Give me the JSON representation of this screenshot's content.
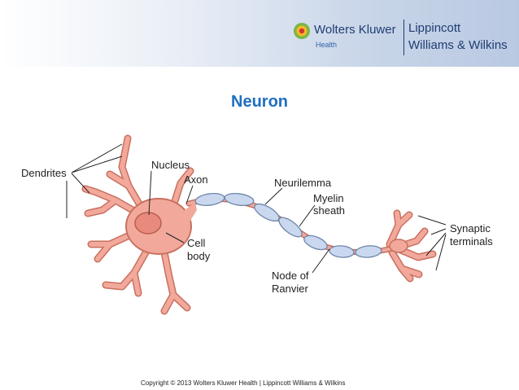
{
  "header": {
    "brand_name": "Wolters Kluwer",
    "brand_sub": "Health",
    "publisher_line1": "Lippincott",
    "publisher_line2": "Williams & Wilkins"
  },
  "title": "Neuron",
  "labels": {
    "dendrites": "Dendrites",
    "nucleus": "Nucleus",
    "axon": "Axon",
    "neurilemma": "Neurilemma",
    "myelin_1": "Myelin",
    "myelin_2": "sheath",
    "cell_1": "Cell",
    "cell_2": "body",
    "node_1": "Node of",
    "node_2": "Ranvier",
    "synaptic_1": "Synaptic",
    "synaptic_2": "terminals"
  },
  "colors": {
    "cell": "#f2a99c",
    "cell_outline": "#c9705e",
    "myelin": "#c9d8ef",
    "myelin_outline": "#6f85a8",
    "title": "#1f6fbf"
  },
  "footer": {
    "copyright": "Copyright © 2013 Wolters Kluwer Health | Lippincott Williams & Wilkins"
  }
}
